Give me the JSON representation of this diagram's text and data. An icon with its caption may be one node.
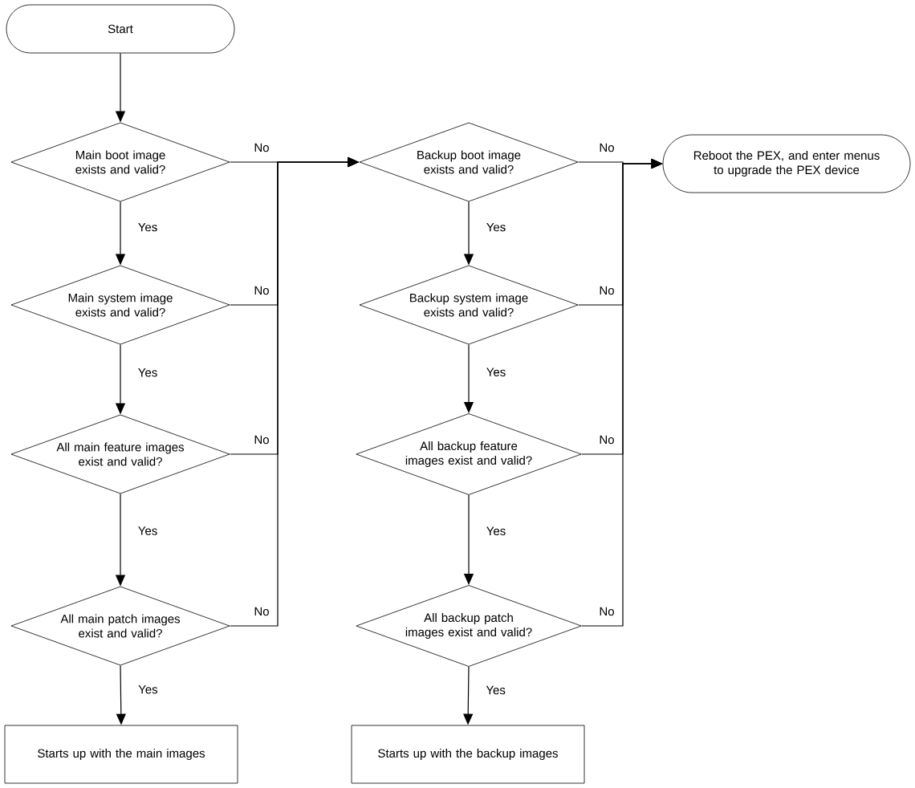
{
  "diagram": {
    "nodes": [
      {
        "text": [
          "Start"
        ]
      },
      {
        "text": [
          "Main boot image exists and valid?"
        ]
      },
      {
        "text": [
          "Main system image exists and valid?"
        ]
      },
      {
        "text": [
          "All main feature images exist and valid?"
        ]
      },
      {
        "text": [
          "All main patch images exist and valid?"
        ]
      },
      {
        "text": [
          "Starts up with the main images"
        ]
      },
      {
        "text": [
          "Backup boot image exists and valid?"
        ]
      },
      {
        "text": [
          "Backup system image exists and valid?"
        ]
      },
      {
        "text": [
          "All backup feature images exist and valid?"
        ]
      },
      {
        "text": [
          "All backup patch images exist and valid?"
        ]
      },
      {
        "text": [
          "Starts up with the backup images"
        ]
      },
      {
        "text": [
          "Reboot the PEX, and enter menus to upgrade the PEX device"
        ]
      }
    ],
    "edges": [
      {
        "from": 0,
        "to": 1,
        "arrow": "to"
      },
      {
        "from": 1,
        "to": 2,
        "arrow": "to",
        "label": "Yes"
      },
      {
        "from": 2,
        "to": 3,
        "arrow": "to",
        "label": "Yes"
      },
      {
        "from": 3,
        "to": 4,
        "arrow": "to",
        "label": "Yes"
      },
      {
        "from": 4,
        "to": 5,
        "arrow": "to",
        "label": "Yes"
      },
      {
        "from": 1,
        "to": 6,
        "arrow": "to",
        "label": "No"
      },
      {
        "from": 2,
        "to": 6,
        "arrow": "to",
        "label": "No"
      },
      {
        "from": 3,
        "to": 6,
        "arrow": "to",
        "label": "No"
      },
      {
        "from": 4,
        "to": 6,
        "arrow": "to",
        "label": "No"
      },
      {
        "from": 6,
        "to": 7,
        "arrow": "to",
        "label": "Yes"
      },
      {
        "from": 7,
        "to": 8,
        "arrow": "to",
        "label": "Yes"
      },
      {
        "from": 8,
        "to": 9,
        "arrow": "to",
        "label": "Yes"
      },
      {
        "from": 9,
        "to": 10,
        "arrow": "to",
        "label": "Yes"
      },
      {
        "from": 6,
        "to": 11,
        "arrow": "to",
        "label": "No"
      },
      {
        "from": 7,
        "to": 11,
        "arrow": "to",
        "label": "No"
      },
      {
        "from": 8,
        "to": 11,
        "arrow": "to",
        "label": "No"
      },
      {
        "from": 9,
        "to": 11,
        "arrow": "to",
        "label": "No"
      }
    ]
  }
}
